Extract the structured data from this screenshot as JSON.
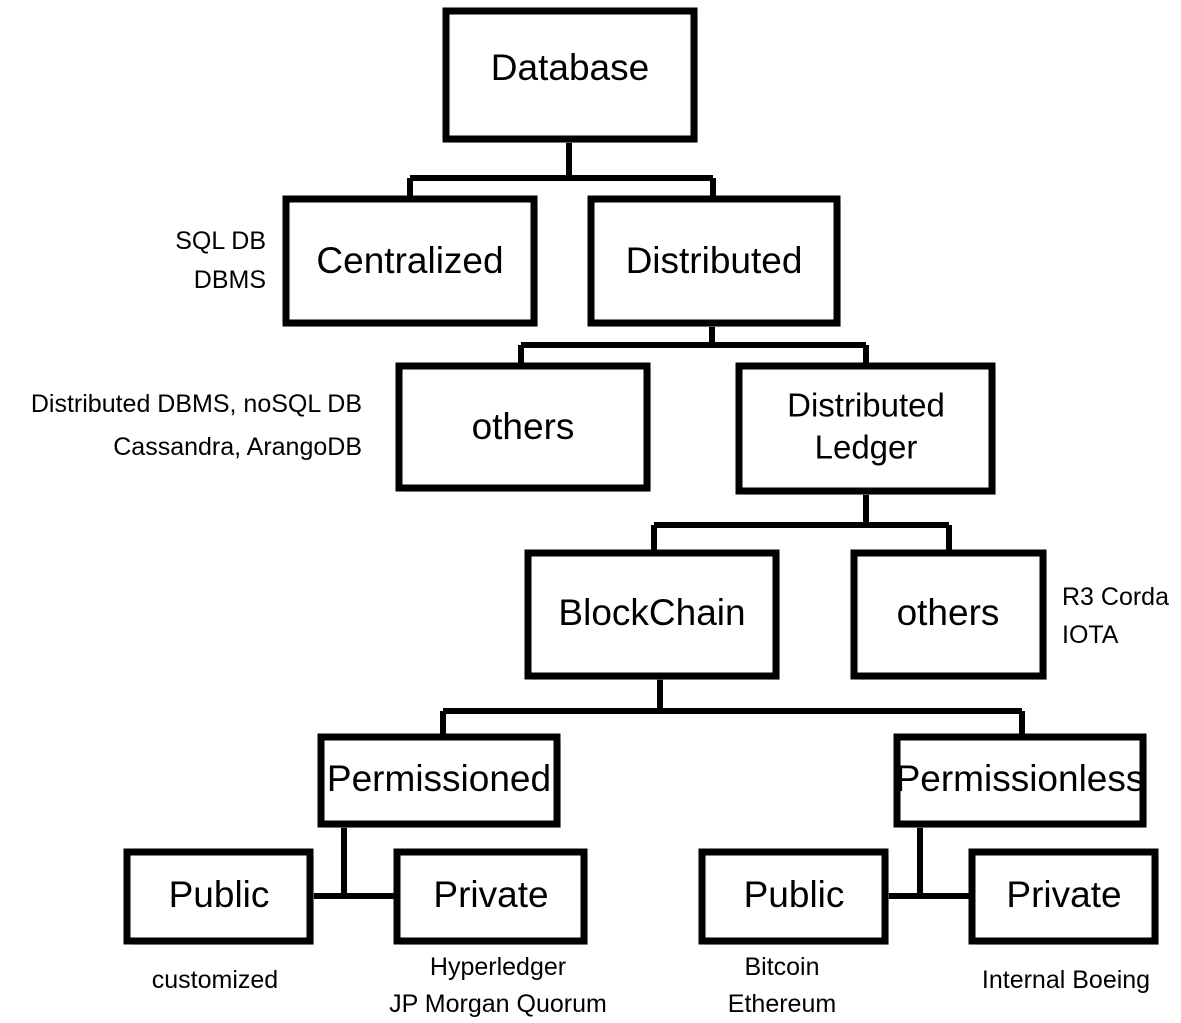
{
  "diagram": {
    "title": "Database taxonomy tree",
    "colors": {
      "background": "#ffffff",
      "stroke": "#000000",
      "fill": "#ffffff",
      "shadow": "#d9d9d9"
    },
    "nodes": {
      "database": {
        "label": "Database"
      },
      "centralized": {
        "label": "Centralized"
      },
      "distributed": {
        "label": "Distributed"
      },
      "others_distributed": {
        "label": "others"
      },
      "distributed_ledger_line1": {
        "label": "Distributed"
      },
      "distributed_ledger_line2": {
        "label": "Ledger"
      },
      "blockchain": {
        "label": "BlockChain"
      },
      "others_ledger": {
        "label": "others"
      },
      "permissioned": {
        "label": "Permissioned"
      },
      "permissionless": {
        "label": "Permissionless"
      },
      "permissioned_public": {
        "label": "Public"
      },
      "permissioned_private": {
        "label": "Private"
      },
      "permissionless_public": {
        "label": "Public"
      },
      "permissionless_private": {
        "label": "Private"
      }
    },
    "annotations": {
      "centralized_examples": {
        "line1": "SQL DB",
        "line2": "DBMS"
      },
      "others_distributed_examples": {
        "line1": "Distributed DBMS, noSQL DB",
        "line2": "Cassandra, ArangoDB"
      },
      "others_ledger_examples": {
        "line1": "R3 Corda",
        "line2": "IOTA"
      },
      "permissioned_public_examples": {
        "line1": "customized"
      },
      "permissioned_private_examples": {
        "line1": "Hyperledger",
        "line2": "JP Morgan Quorum"
      },
      "permissionless_public_examples": {
        "line1": "Bitcoin",
        "line2": "Ethereum"
      },
      "permissionless_private_examples": {
        "line1": "Internal Boeing"
      }
    }
  }
}
